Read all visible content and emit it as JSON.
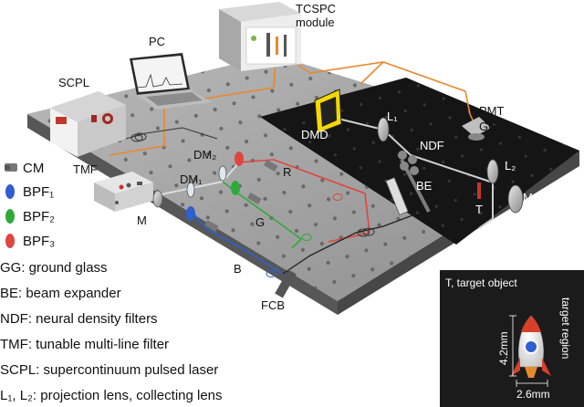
{
  "colors": {
    "red": "#e0453f",
    "green": "#2faa3a",
    "blue": "#2f5fd0",
    "orange": "#e8892e",
    "table": "#9a9a9a",
    "dark_board": "#151515"
  },
  "devices": {
    "tcspc": "TCSPC module",
    "tcspc_line1": "TCSPC",
    "tcspc_line2": "module",
    "pc": "PC",
    "scpl": "SCPL",
    "tmf": "TMF",
    "dm1": "DM₁",
    "dm2": "DM₂",
    "dmd": "DMD",
    "l1": "L₁",
    "l2": "L₂",
    "ndf": "NDF",
    "be": "BE",
    "pmt": "PMT",
    "gg": "GG",
    "m_main": "M",
    "m_left": "M",
    "t": "T",
    "r": "R",
    "g": "G",
    "b": "B",
    "fcb": "FCB"
  },
  "legend": {
    "cm": "CM",
    "bpf1": "BPF₁",
    "bpf2": "BPF₂",
    "bpf3": "BPF₃",
    "gg": "GG: ground glass",
    "be": "BE: beam expander",
    "ndf": "NDF: neural density filters",
    "tmf": "TMF: tunable multi-line filter",
    "scpl": "SCPL: supercontinuum pulsed laser",
    "lens": "L₁, L₂: projection lens, collecting lens"
  },
  "inset": {
    "title": "T, target object",
    "side_label": "target region",
    "height": "4.2mm",
    "width": "2.6mm"
  }
}
